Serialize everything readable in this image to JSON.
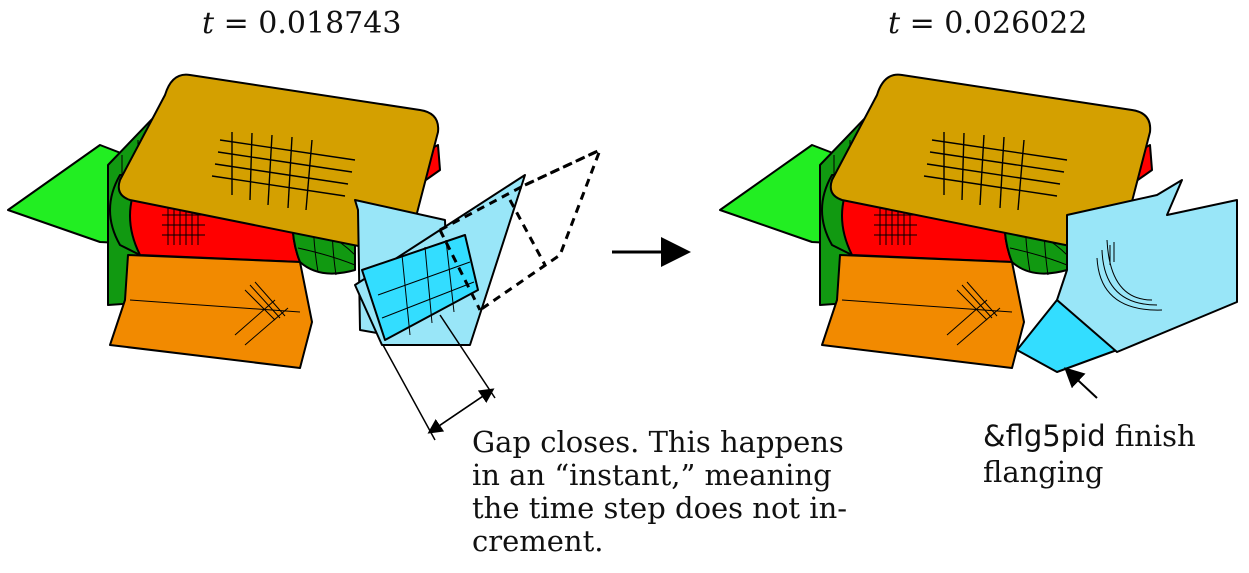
{
  "labels": {
    "left_time": {
      "var": "t",
      "eq": " = 0.018743"
    },
    "right_time": {
      "var": "t",
      "eq": " = 0.026022"
    },
    "gap_note": [
      "Gap closes.  This happens",
      "in an “instant,” meaning",
      "the time step does not in-",
      "crement."
    ],
    "flange_keyword": "&flg5pid",
    "flange_line1_rest": " finish",
    "flange_line2": "flanging"
  },
  "colors": {
    "top_pad": "#d4a000",
    "red_body": "#ff0000",
    "dark_green": "#119911",
    "bright_green": "#22ee22",
    "orange": "#f28a00",
    "cyan": "#33ddff",
    "light_cyan": "#99e6f8",
    "outline": "#000000"
  }
}
